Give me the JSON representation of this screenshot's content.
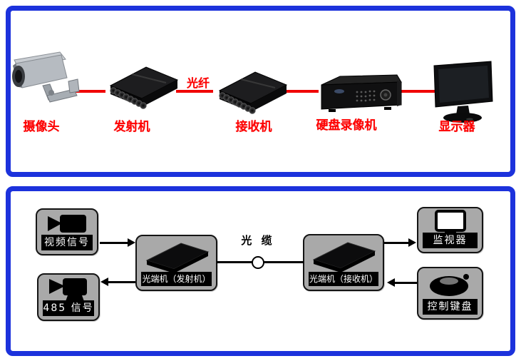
{
  "colors": {
    "panel_border_blue": "#1c32dc",
    "connection_red": "#f00000",
    "node_gray": "#a9a9a9",
    "strip_black": "#000000",
    "strip_text_white": "#ffffff"
  },
  "top_panel": {
    "description": "photo-style fiber CCTV transmission chain",
    "fiber_label": "光纤",
    "devices": [
      {
        "id": "camera",
        "label": "摄像头"
      },
      {
        "id": "transmitter",
        "label": "发射机"
      },
      {
        "id": "receiver",
        "label": "接收机"
      },
      {
        "id": "dvr",
        "label": "硬盘录像机"
      },
      {
        "id": "monitor",
        "label": "显示器"
      }
    ]
  },
  "bottom_panel": {
    "description": "block diagram of optical terminal link",
    "cable_label": "光 缆",
    "nodes": [
      {
        "id": "video-signal",
        "label": "视频信号"
      },
      {
        "id": "signal-485",
        "label": "485 信号"
      },
      {
        "id": "optical-transmitter",
        "label": "光端机（发射机）"
      },
      {
        "id": "optical-receiver",
        "label": "光端机（接收机）"
      },
      {
        "id": "monitor",
        "label": "监视器"
      },
      {
        "id": "control-keyboard",
        "label": "控制键盘"
      }
    ]
  }
}
